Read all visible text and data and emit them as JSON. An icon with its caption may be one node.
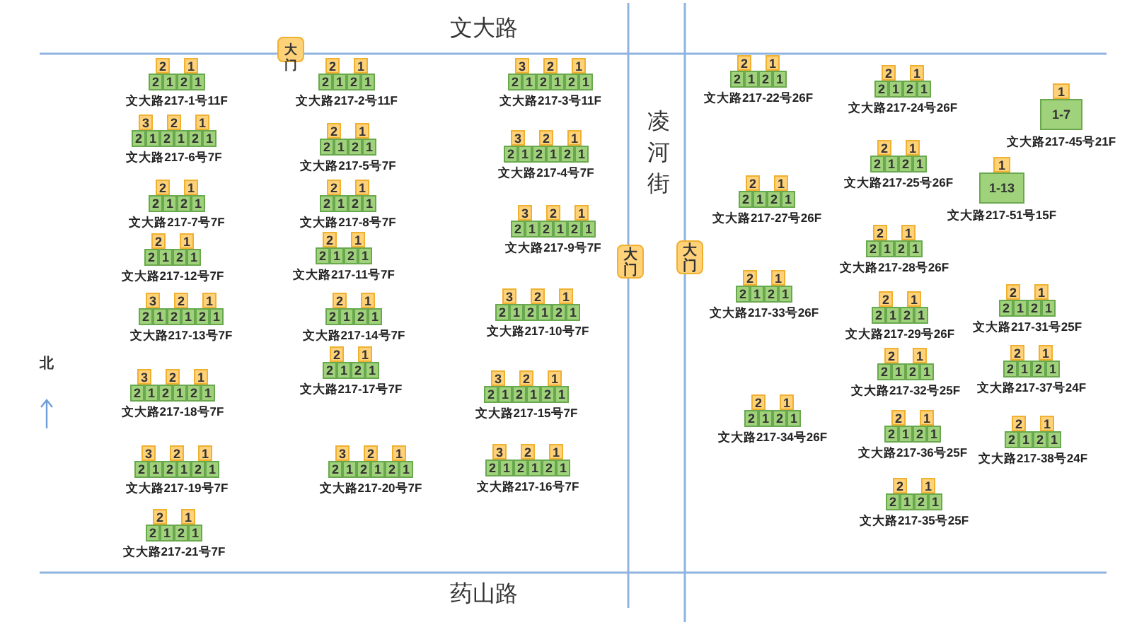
{
  "diagram": {
    "nodes": [
      {
        "text": [
          "大门"
        ]
      },
      {
        "text": [
          "大门"
        ]
      },
      {
        "text": [
          "大门"
        ]
      },
      {
        "text": [
          "2"
        ]
      },
      {
        "text": [
          "1"
        ]
      },
      {
        "text": [
          "2",
          "1",
          "2",
          "1"
        ],
        "beside": [
          "文大路217-1号11F"
        ]
      },
      {
        "text": [
          "3"
        ]
      },
      {
        "text": [
          "2"
        ]
      },
      {
        "text": [
          "1"
        ]
      },
      {
        "text": [
          "2",
          "1",
          "2",
          "1",
          "2",
          "1"
        ],
        "beside": [
          "文大路217-6号7F"
        ]
      },
      {
        "text": [
          "2"
        ]
      },
      {
        "text": [
          "1"
        ]
      },
      {
        "text": [
          "2",
          "1",
          "2",
          "1"
        ],
        "beside": [
          "文大路217-7号7F"
        ]
      },
      {
        "text": [
          "2"
        ]
      },
      {
        "text": [
          "1"
        ]
      },
      {
        "text": [
          "2",
          "1",
          "2",
          "1"
        ],
        "beside": [
          "文大路217-12号7F"
        ]
      },
      {
        "text": [
          "3"
        ]
      },
      {
        "text": [
          "2"
        ]
      },
      {
        "text": [
          "1"
        ]
      },
      {
        "text": [
          "2",
          "1",
          "2",
          "1",
          "2",
          "1"
        ],
        "beside": [
          "文大路217-13号7F"
        ]
      },
      {
        "text": [
          "3"
        ]
      },
      {
        "text": [
          "2"
        ]
      },
      {
        "text": [
          "1"
        ]
      },
      {
        "text": [
          "2",
          "1",
          "2",
          "1",
          "2",
          "1"
        ],
        "beside": [
          "文大路217-18号7F"
        ]
      },
      {
        "text": [
          "3"
        ]
      },
      {
        "text": [
          "2"
        ]
      },
      {
        "text": [
          "1"
        ]
      },
      {
        "text": [
          "2",
          "1",
          "2",
          "1",
          "2",
          "1"
        ],
        "beside": [
          "文大路217-19号7F"
        ]
      },
      {
        "text": [
          "2"
        ]
      },
      {
        "text": [
          "1"
        ]
      },
      {
        "text": [
          "2",
          "1",
          "2",
          "1"
        ],
        "beside": [
          "文大路217-21号7F"
        ]
      },
      {
        "text": [
          "2"
        ]
      },
      {
        "text": [
          "1"
        ]
      },
      {
        "text": [
          "2",
          "1",
          "2",
          "1"
        ],
        "beside": [
          "文大路217-2号11F"
        ]
      },
      {
        "text": [
          "2"
        ]
      },
      {
        "text": [
          "1"
        ]
      },
      {
        "text": [
          "2",
          "1",
          "2",
          "1"
        ],
        "beside": [
          "文大路217-5号7F"
        ]
      },
      {
        "text": [
          "2"
        ]
      },
      {
        "text": [
          "1"
        ]
      },
      {
        "text": [
          "2",
          "1",
          "2",
          "1"
        ],
        "beside": [
          "文大路217-8号7F"
        ]
      },
      {
        "text": [
          "2"
        ]
      },
      {
        "text": [
          "1"
        ]
      },
      {
        "text": [
          "2",
          "1",
          "2",
          "1"
        ],
        "beside": [
          "文大路217-11号7F"
        ]
      },
      {
        "text": [
          "2"
        ]
      },
      {
        "text": [
          "1"
        ]
      },
      {
        "text": [
          "2",
          "1",
          "2",
          "1"
        ],
        "beside": [
          "文大路217-14号7F"
        ]
      },
      {
        "text": [
          "2"
        ]
      },
      {
        "text": [
          "1"
        ]
      },
      {
        "text": [
          "2",
          "1",
          "2",
          "1"
        ],
        "beside": [
          "文大路217-17号7F"
        ]
      },
      {
        "text": [
          "3"
        ]
      },
      {
        "text": [
          "2"
        ]
      },
      {
        "text": [
          "1"
        ]
      },
      {
        "text": [
          "2",
          "1",
          "2",
          "1",
          "2",
          "1"
        ],
        "beside": [
          "文大路217-20号7F"
        ]
      },
      {
        "text": [
          "3"
        ]
      },
      {
        "text": [
          "2"
        ]
      },
      {
        "text": [
          "1"
        ]
      },
      {
        "text": [
          "2",
          "1",
          "2",
          "1",
          "2",
          "1"
        ],
        "beside": [
          "文大路217-3号11F"
        ]
      },
      {
        "text": [
          "3"
        ]
      },
      {
        "text": [
          "2"
        ]
      },
      {
        "text": [
          "1"
        ]
      },
      {
        "text": [
          "2",
          "1",
          "2",
          "1",
          "2",
          "1"
        ],
        "beside": [
          "文大路217-4号7F"
        ]
      },
      {
        "text": [
          "3"
        ]
      },
      {
        "text": [
          "2"
        ]
      },
      {
        "text": [
          "1"
        ]
      },
      {
        "text": [
          "2",
          "1",
          "2",
          "1",
          "2",
          "1"
        ],
        "beside": [
          "文大路217-9号7F"
        ]
      },
      {
        "text": [
          "3"
        ]
      },
      {
        "text": [
          "2"
        ]
      },
      {
        "text": [
          "1"
        ]
      },
      {
        "text": [
          "2",
          "1",
          "2",
          "1",
          "2",
          "1"
        ],
        "beside": [
          "文大路217-10号7F"
        ]
      },
      {
        "text": [
          "3"
        ]
      },
      {
        "text": [
          "2"
        ]
      },
      {
        "text": [
          "1"
        ]
      },
      {
        "text": [
          "2",
          "1",
          "2",
          "1",
          "2",
          "1"
        ],
        "beside": [
          "文大路217-15号7F"
        ]
      },
      {
        "text": [
          "3"
        ]
      },
      {
        "text": [
          "2"
        ]
      },
      {
        "text": [
          "1"
        ]
      },
      {
        "text": [
          "2",
          "1",
          "2",
          "1",
          "2",
          "1"
        ],
        "beside": [
          "文大路217-16号7F"
        ]
      },
      {
        "text": [
          "2"
        ]
      },
      {
        "text": [
          "1"
        ]
      },
      {
        "text": [
          "2",
          "1",
          "2",
          "1"
        ],
        "beside": [
          "文大路217-22号26F"
        ]
      },
      {
        "text": [
          "2"
        ]
      },
      {
        "text": [
          "1"
        ]
      },
      {
        "text": [
          "2",
          "1",
          "2",
          "1"
        ],
        "beside": [
          "文大路217-27号26F"
        ]
      },
      {
        "text": [
          "2"
        ]
      },
      {
        "text": [
          "1"
        ]
      },
      {
        "text": [
          "2",
          "1",
          "2",
          "1"
        ],
        "beside": [
          "文大路217-33号26F"
        ]
      },
      {
        "text": [
          "2"
        ]
      },
      {
        "text": [
          "1"
        ]
      },
      {
        "text": [
          "2",
          "1",
          "2",
          "1"
        ],
        "beside": [
          "文大路217-34号26F"
        ]
      },
      {
        "text": [
          "2"
        ]
      },
      {
        "text": [
          "1"
        ]
      },
      {
        "text": [
          "2",
          "1",
          "2",
          "1"
        ],
        "beside": [
          "文大路217-24号26F"
        ]
      },
      {
        "text": [
          "2"
        ]
      },
      {
        "text": [
          "1"
        ]
      },
      {
        "text": [
          "2",
          "1",
          "2",
          "1"
        ],
        "beside": [
          "文大路217-25号26F"
        ]
      },
      {
        "text": [
          "2"
        ]
      },
      {
        "text": [
          "1"
        ]
      },
      {
        "text": [
          "2",
          "1",
          "2",
          "1"
        ],
        "beside": [
          "文大路217-28号26F"
        ]
      },
      {
        "text": [
          "2"
        ]
      },
      {
        "text": [
          "1"
        ]
      },
      {
        "text": [
          "2",
          "1",
          "2",
          "1"
        ],
        "beside": [
          "文大路217-29号26F"
        ]
      },
      {
        "text": [
          "2"
        ]
      },
      {
        "text": [
          "1"
        ]
      },
      {
        "text": [
          "2",
          "1",
          "2",
          "1"
        ],
        "beside": [
          "文大路217-32号25F"
        ]
      },
      {
        "text": [
          "2"
        ]
      },
      {
        "text": [
          "1"
        ]
      },
      {
        "text": [
          "2",
          "1",
          "2",
          "1"
        ],
        "beside": [
          "文大路217-36号25F"
        ]
      },
      {
        "text": [
          "2"
        ]
      },
      {
        "text": [
          "1"
        ]
      },
      {
        "text": [
          "2",
          "1",
          "2",
          "1"
        ],
        "beside": [
          "文大路217-35号25F"
        ]
      },
      {
        "text": [
          "1"
        ]
      },
      {
        "text": [
          "1-7"
        ],
        "beside": [
          "文大路217-45号21F"
        ]
      },
      {
        "text": [
          "1"
        ]
      },
      {
        "text": [
          "1-13"
        ],
        "beside": [
          "文大路217-51号15F"
        ]
      },
      {
        "text": [
          "2"
        ]
      },
      {
        "text": [
          "1"
        ]
      },
      {
        "text": [
          "2",
          "1",
          "2",
          "1"
        ],
        "beside": [
          "文大路217-31号25F"
        ]
      },
      {
        "text": [
          "2"
        ]
      },
      {
        "text": [
          "1"
        ]
      },
      {
        "text": [
          "2",
          "1",
          "2",
          "1"
        ],
        "beside": [
          "文大路217-37号24F"
        ]
      },
      {
        "text": [
          "2"
        ]
      },
      {
        "text": [
          "1"
        ]
      },
      {
        "text": [
          "2",
          "1",
          "2",
          "1"
        ],
        "beside": [
          "文大路217-38号24F"
        ]
      }
    ],
    "labels": [
      "文大路",
      "凌河街",
      "药山路",
      "北"
    ]
  }
}
